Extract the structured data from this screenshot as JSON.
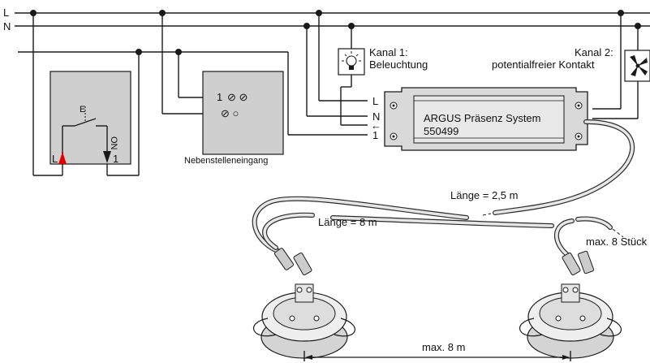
{
  "rails": {
    "l": "L",
    "n": "N"
  },
  "channel1": {
    "title": "Kanal 1:",
    "subtitle": "Beleuchtung"
  },
  "channel2": {
    "title": "Kanal 2:",
    "subtitle": "potentialfreier Kontakt"
  },
  "module": {
    "name": "ARGUS Präsenz System",
    "article": "550499",
    "terminals": [
      "L",
      "N",
      "←",
      "1"
    ]
  },
  "switch_box": {
    "left_terminal": "L",
    "right_terminal": "1",
    "on_label": "ON"
  },
  "aux_input": {
    "label": "Nebenstelleneingang",
    "terminal_top": "1",
    "terminal_top_symbols": "⊘ ⊘",
    "terminal_bottom_symbols": "⊘   ○"
  },
  "cables": {
    "length_1": "Länge = 2,5 m",
    "length_2": "Länge = 8 m",
    "max_count": "max. 8 Stück",
    "max_distance": "max. 8 m"
  },
  "colors": {
    "accent": "#e00000",
    "wire": "#1a1a1a",
    "box_fill": "#cfcfcf"
  },
  "icons": {
    "lamp": "lamp-icon",
    "fan": "fan-icon"
  }
}
